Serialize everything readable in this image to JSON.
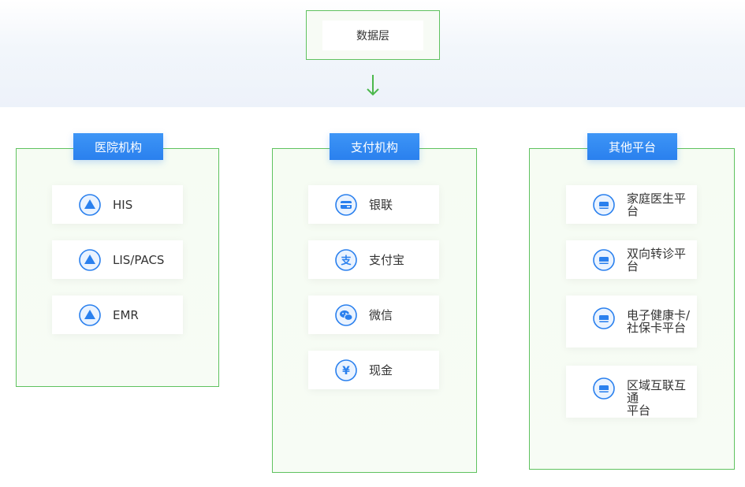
{
  "data_layer": {
    "label": "数据层"
  },
  "groups": [
    {
      "title": "医院机构",
      "items": [
        {
          "label": "HIS",
          "icon": "triangle-icon"
        },
        {
          "label": "LIS/PACS",
          "icon": "triangle-icon"
        },
        {
          "label": "EMR",
          "icon": "triangle-icon"
        }
      ]
    },
    {
      "title": "支付机构",
      "items": [
        {
          "label": "银联",
          "icon": "bank-card-icon"
        },
        {
          "label": "支付宝",
          "icon": "alipay-icon"
        },
        {
          "label": "微信",
          "icon": "wechat-icon"
        },
        {
          "label": "现金",
          "icon": "yuan-icon"
        }
      ]
    },
    {
      "title": "其他平台",
      "items": [
        {
          "label": "家庭医生平台",
          "icon": "platform-icon"
        },
        {
          "label": "双向转诊平台",
          "icon": "platform-icon"
        },
        {
          "label": "电子健康卡/\n社保卡平台",
          "icon": "platform-icon"
        },
        {
          "label": "区域互联互通\n平台",
          "icon": "platform-icon"
        }
      ]
    }
  ],
  "colors": {
    "accent": "#2a80ee",
    "border": "#5fc25f",
    "arrow": "#4cb84c"
  }
}
